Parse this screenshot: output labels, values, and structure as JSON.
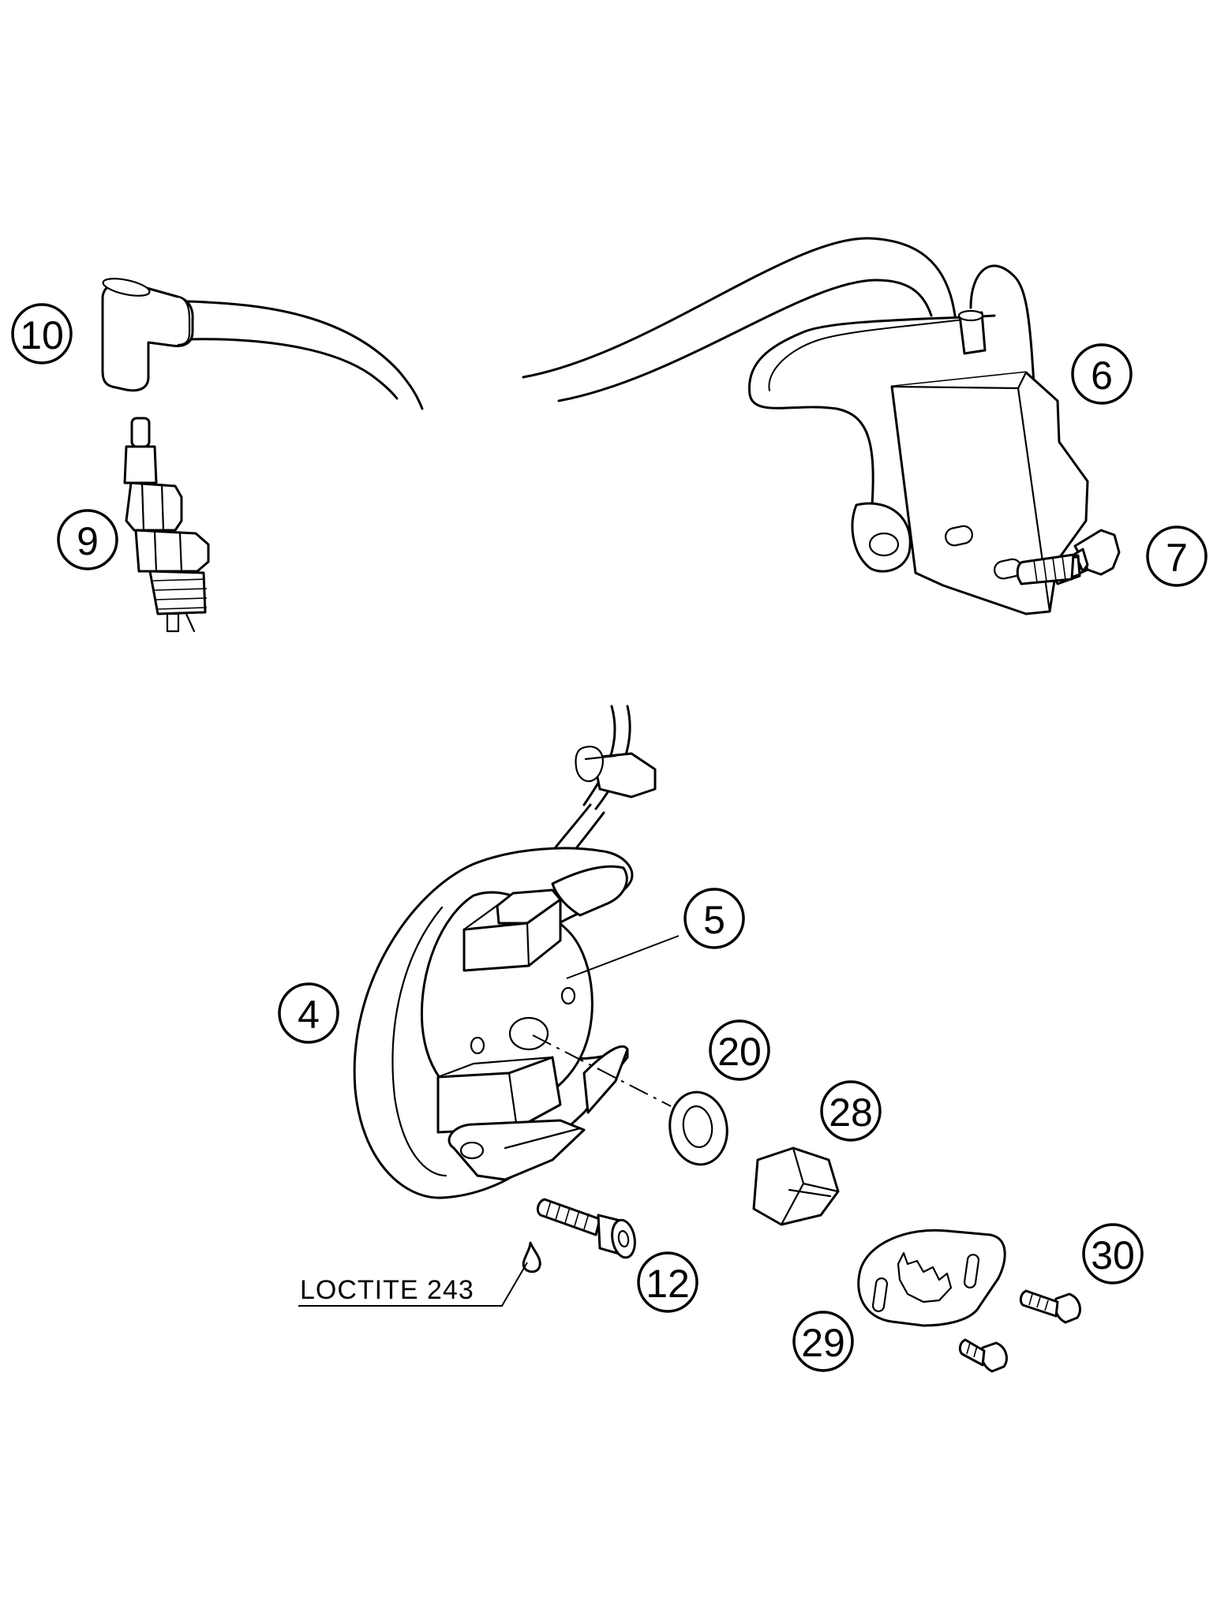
{
  "callouts": {
    "spark_plug_connector": "10",
    "spark_plug": "9",
    "ignition_coil": "6",
    "coil_screw": "7",
    "pickup_stator": "5",
    "rotor": "4",
    "washer": "20",
    "nut": "28",
    "stator_screw": "12",
    "clamp_plate": "29",
    "plate_screw": "30"
  },
  "notes": {
    "thread_locker": "LOCTITE 243"
  },
  "colors": {
    "line": "#000000",
    "background": "#ffffff"
  }
}
